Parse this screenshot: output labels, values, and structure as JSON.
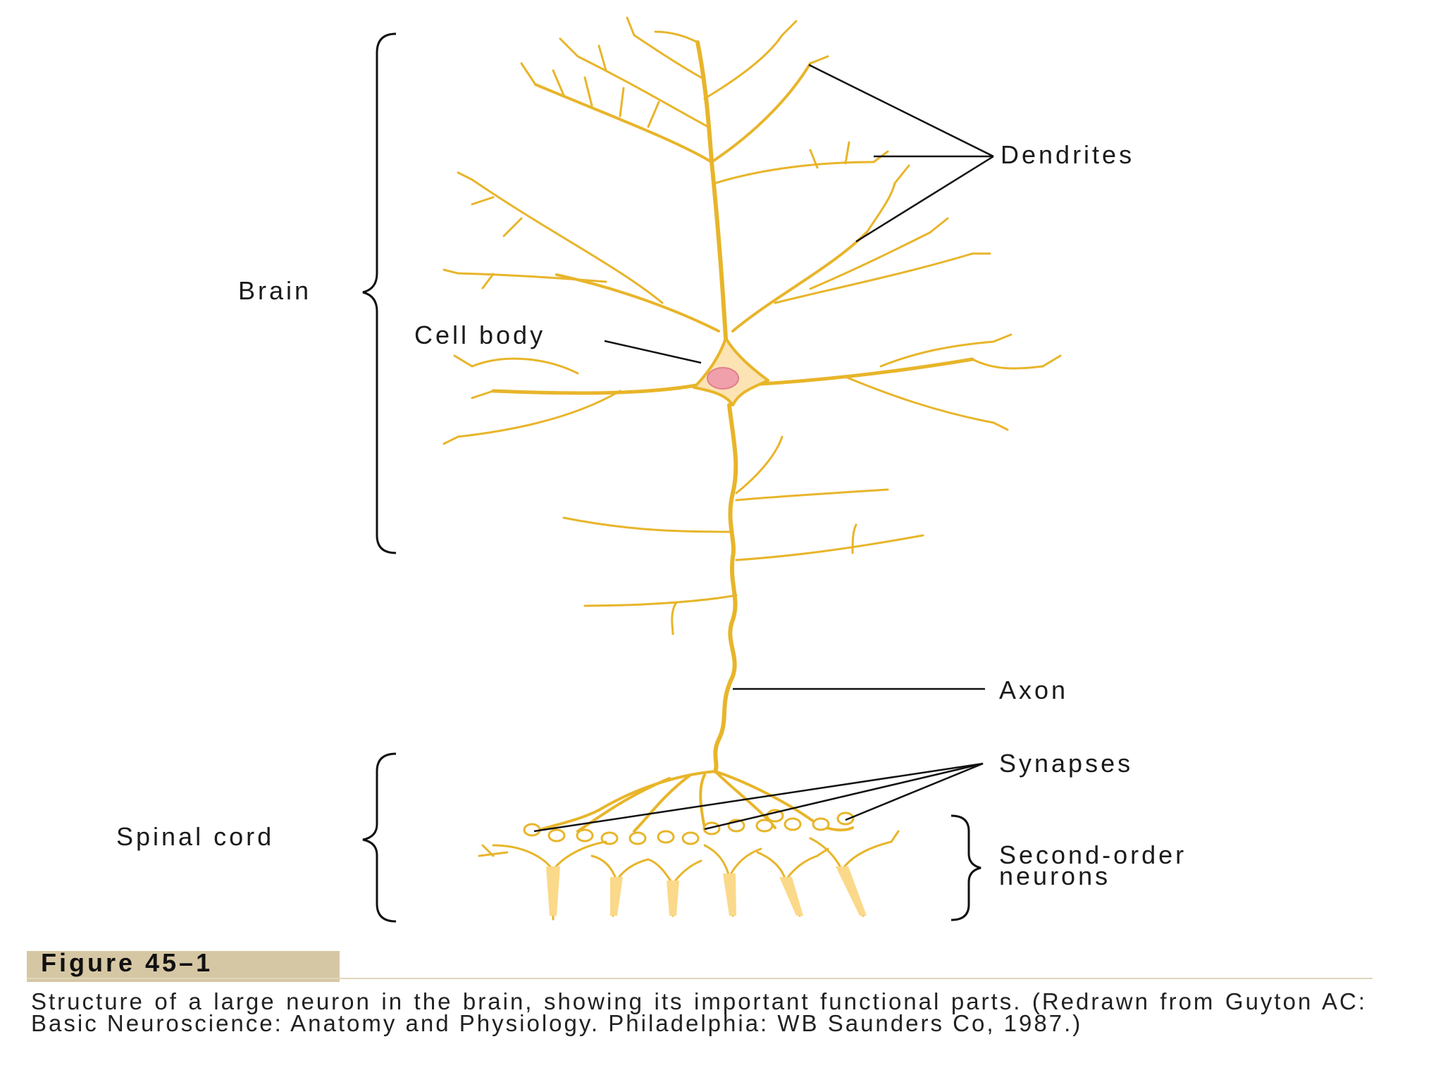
{
  "labels": {
    "dendrites": "Dendrites",
    "brain": "Brain",
    "cell_body": "Cell body",
    "axon": "Axon",
    "synapses": "Synapses",
    "spinal_cord": "Spinal cord",
    "second_order_line1": "Second-order",
    "second_order_line2": "neurons"
  },
  "figure": {
    "label": "Figure 45–1",
    "caption": "Structure of a large neuron in the brain, showing its important functional parts. (Redrawn from Guyton AC: Basic Neuroscience: Anatomy and Physiology. Philadelphia: WB Saunders Co, 1987.)"
  },
  "colors": {
    "neuron": "#e8b52a",
    "soma_fill": "#fbe3b4",
    "nucleus": "#f0a0aa",
    "bracket": "#111111",
    "leader": "#111111",
    "figure_label_bg": "#d6c7a4"
  }
}
